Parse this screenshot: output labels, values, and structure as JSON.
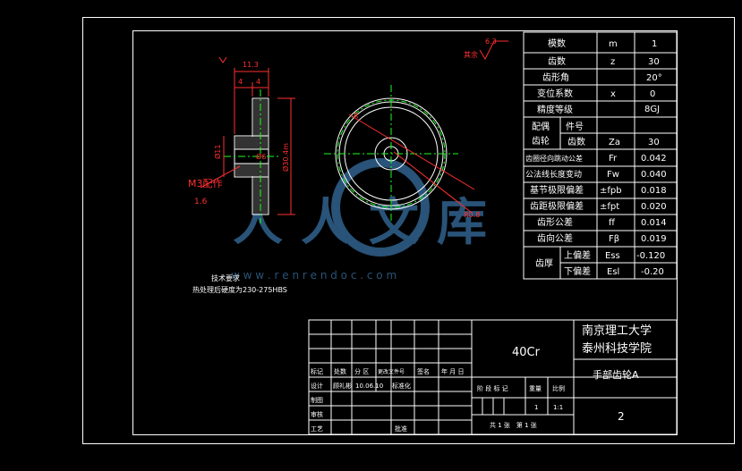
{
  "params": [
    {
      "name": "模数",
      "symbol": "m",
      "value": "1"
    },
    {
      "name": "齿数",
      "symbol": "z",
      "value": "30"
    },
    {
      "name": "齿形角",
      "symbol": "",
      "value": "20°"
    },
    {
      "name": "变位系数",
      "symbol": "x",
      "value": "0"
    },
    {
      "name": "精度等级",
      "symbol": "",
      "value": "8GJ"
    }
  ],
  "mating": {
    "label1": "配偶",
    "label2": "齿轮",
    "part_no": "件号",
    "teeth_label": "齿数",
    "teeth_symbol": "Za",
    "teeth_value": "30"
  },
  "tolerances": [
    {
      "name": "齿圈径向跳动公差",
      "symbol": "Fr",
      "value": "0.042"
    },
    {
      "name": "公法线长度变动",
      "symbol": "Fw",
      "value": "0.040"
    },
    {
      "name": "基节极限偏差",
      "symbol": "±fpb",
      "value": "0.018"
    },
    {
      "name": "齿距极限偏差",
      "symbol": "±fpt",
      "value": "0.020"
    },
    {
      "name": "齿形公差",
      "symbol": "ff",
      "value": "0.014"
    },
    {
      "name": "齿向公差",
      "symbol": "Fβ",
      "value": "0.019"
    }
  ],
  "thickness": {
    "label": "齿厚",
    "upper_name": "上偏差",
    "upper_symbol": "Ess",
    "upper_value": "-0.120",
    "lower_name": "下偏差",
    "lower_symbol": "Esl",
    "lower_value": "-0.20"
  },
  "title_block": {
    "material": "40Cr",
    "school1": "南京理工大学",
    "school2": "泰州科技学院",
    "part_name": "手部齿轮A",
    "drawing_no": "2",
    "col_headers": [
      "标记",
      "处数",
      "分 区",
      "更改文件号",
      "签名",
      "年 月 日"
    ],
    "designer_label": "设计",
    "designer": "顾礼彬",
    "date": "10.06.10",
    "std_label": "标准化",
    "check_label": "审核",
    "draw_label": "制图",
    "process_label": "工艺",
    "approve_label": "批准",
    "stage_label": "阶 段 标 记",
    "weight_label": "重量",
    "scale_label": "比例",
    "qty": "1",
    "scale": "1:1",
    "sheets": "共 1 张　第 1 张"
  },
  "tech": {
    "title": "技术要求",
    "line1": "热处理后硬度为230-275HBS"
  },
  "annotations": {
    "roughness_mark": "6.3",
    "roughness_rest": "其余",
    "dim_width": "11.3",
    "dim_left": "4",
    "dim_right": "4",
    "thread_note": "M3配作",
    "chamfer": "1.6",
    "hub_dia": "Ø11",
    "bore_dia": "Ø6",
    "outer_dia": "Ø30.4m",
    "ra_circle": "R0.8",
    "ra_top": "R"
  },
  "watermark": {
    "text": "人人文库",
    "url": "w w w . r e n r e n d o c . c o m"
  }
}
